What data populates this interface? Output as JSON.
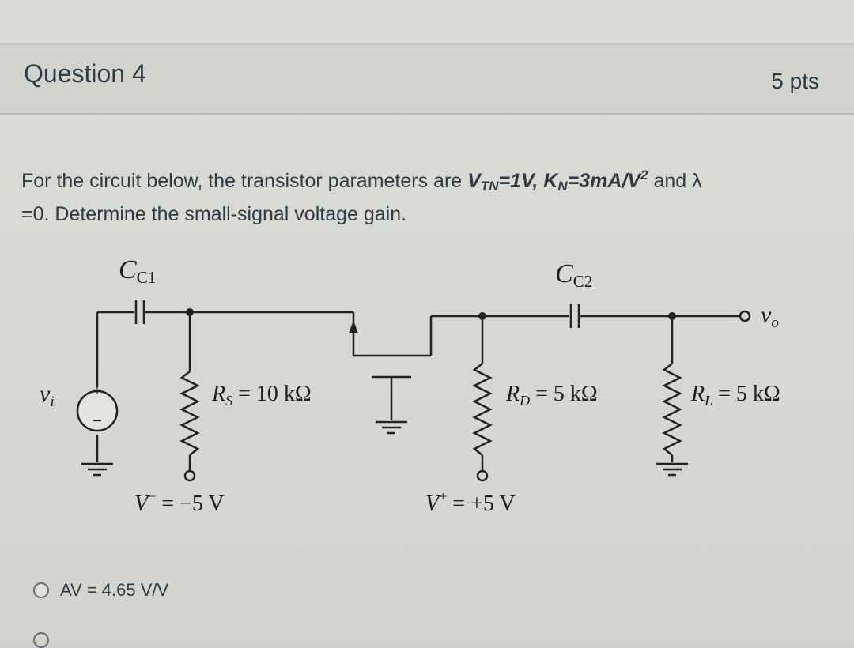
{
  "question": {
    "title": "Question 4",
    "points": "5 pts",
    "text_part1": "For the circuit below, the transistor parameters are ",
    "vtn_symbol": "V",
    "vtn_sub": "TN",
    "vtn_value": "=1V, ",
    "kn_symbol": "K",
    "kn_sub": "N",
    "kn_value": "=3mA/V",
    "kn_sup": "2",
    "text_and": " and ",
    "lambda": "λ",
    "text_part2": "=0. Determine the small-signal voltage gain."
  },
  "circuit": {
    "cc1_label": "C",
    "cc1_sub": "C1",
    "cc2_label": "C",
    "cc2_sub": "C2",
    "vi_label": "v",
    "vi_sub": "i",
    "vo_label": "v",
    "vo_sub": "o",
    "plus": "+",
    "minus": "−",
    "rs_label": "R",
    "rs_sub": "S",
    "rs_value": " = 10 kΩ",
    "rd_label": "R",
    "rd_sub": "D",
    "rd_value": " = 5 kΩ",
    "rl_label": "R",
    "rl_sub": "L",
    "rl_value": " = 5 kΩ",
    "vminus": "V",
    "vminus_sup": "−",
    "vminus_value": " = −5 V",
    "vplus": "V",
    "vplus_sup": "+",
    "vplus_value": " = +5 V"
  },
  "answers": [
    {
      "label": "AV = 4.65 V/V"
    }
  ]
}
